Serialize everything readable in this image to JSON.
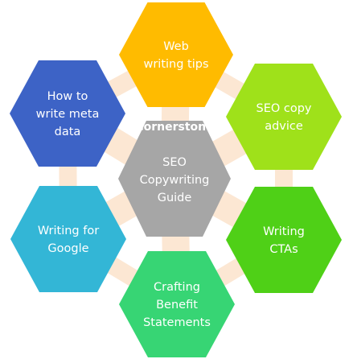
{
  "diagram": {
    "center": {
      "title": "Cornerstone",
      "lines": [
        "SEO",
        "Copywriting",
        "Guide"
      ],
      "color": "#A6A6A6"
    },
    "nodes": [
      {
        "id": "web-writing-tips",
        "lines": [
          "Web",
          "writing tips"
        ],
        "color": "#FFBB00"
      },
      {
        "id": "seo-copy-advice",
        "lines": [
          "SEO copy",
          "advice"
        ],
        "color": "#9FE11A"
      },
      {
        "id": "writing-ctas",
        "lines": [
          "Writing",
          "CTAs"
        ],
        "color": "#4FD017"
      },
      {
        "id": "crafting-benefit-statements",
        "lines": [
          "Crafting",
          "Benefit",
          "Statements"
        ],
        "color": "#37D574"
      },
      {
        "id": "writing-for-google",
        "lines": [
          "Writing for",
          "Google"
        ],
        "color": "#33B6D6"
      },
      {
        "id": "how-to-write-meta-data",
        "lines": [
          "How to",
          "write meta",
          "data"
        ],
        "color": "#3D63C6"
      }
    ],
    "connector_color": "#FCE7D3"
  }
}
